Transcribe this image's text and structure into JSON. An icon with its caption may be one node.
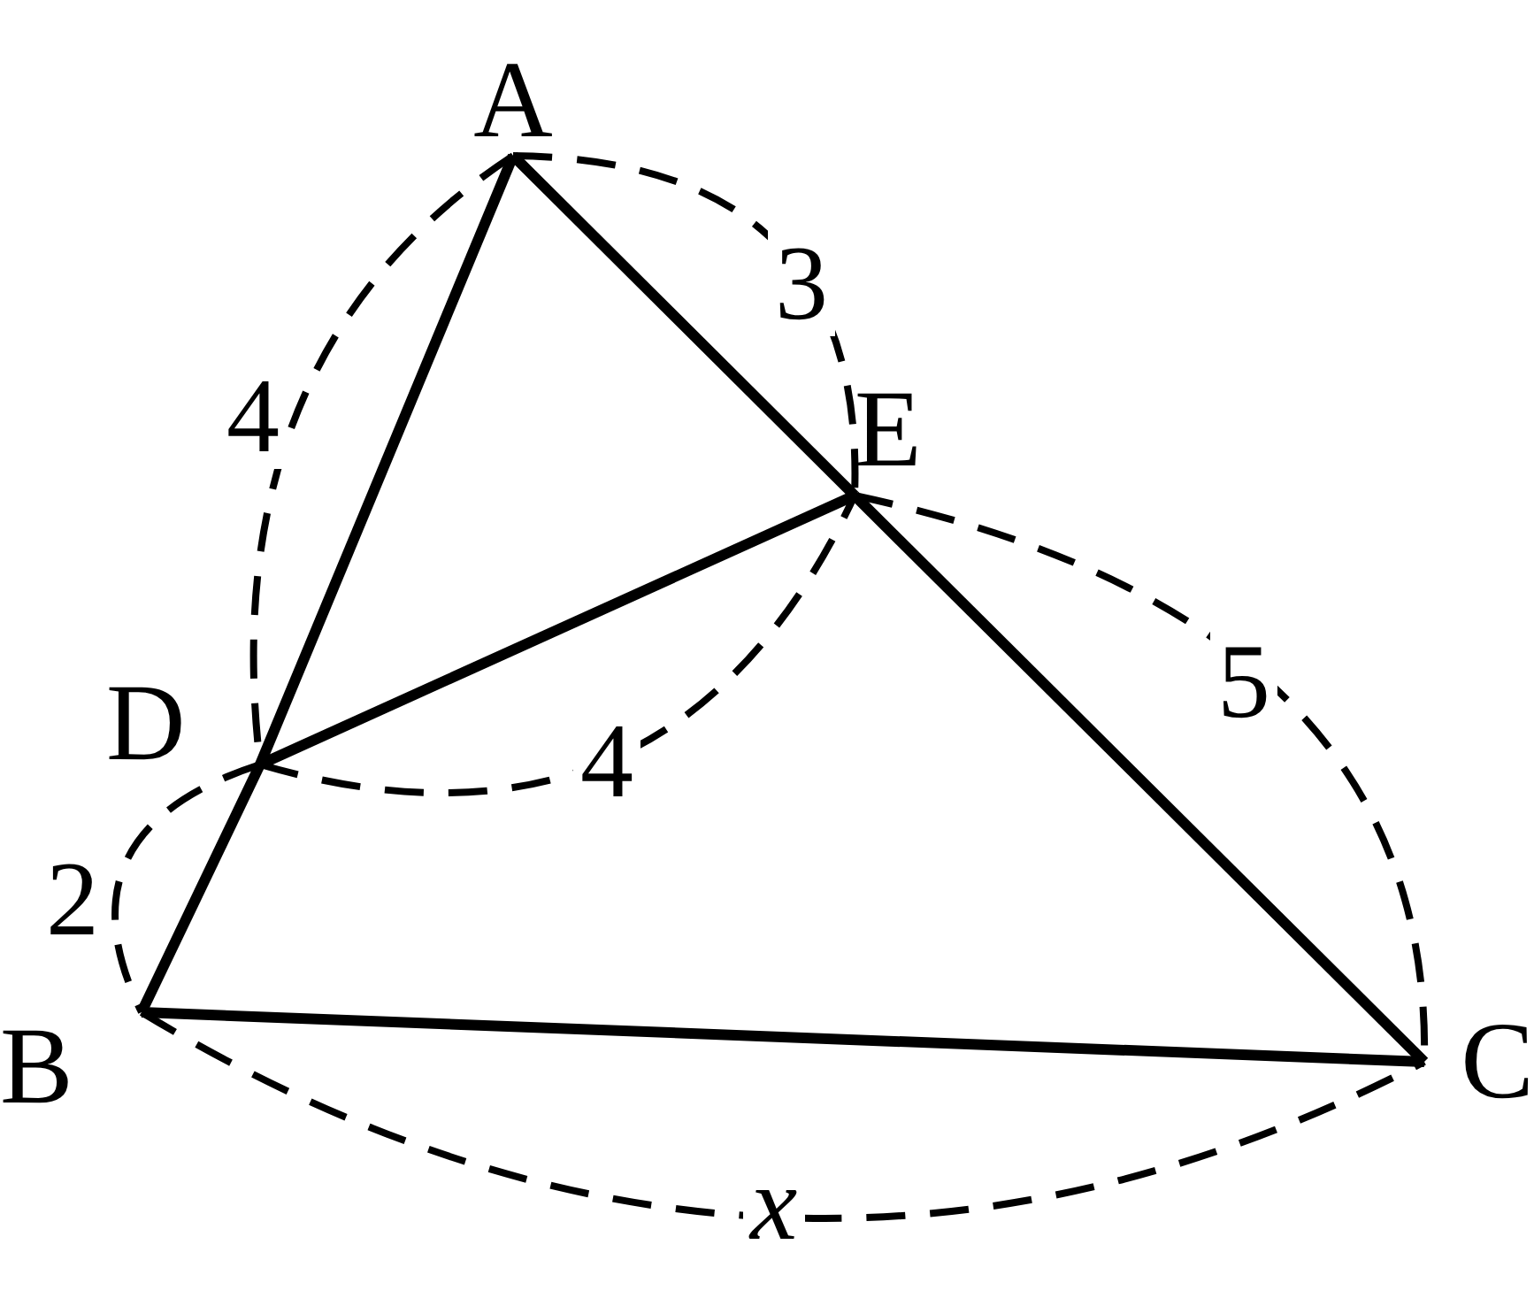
{
  "diagram": {
    "nodes": [
      {
        "text": [
          "A"
        ]
      },
      {
        "text": [
          "E"
        ]
      },
      {
        "text": [
          "D"
        ]
      },
      {
        "text": [
          "B"
        ]
      },
      {
        "text": [
          "C"
        ]
      }
    ],
    "edges": [
      {
        "from": 0,
        "to": 2,
        "arrow": "none"
      },
      {
        "from": 2,
        "to": 3,
        "arrow": "none"
      },
      {
        "from": 0,
        "to": 1,
        "arrow": "none"
      },
      {
        "from": 1,
        "to": 4,
        "arrow": "none"
      },
      {
        "from": 2,
        "to": 1,
        "arrow": "none"
      },
      {
        "from": 3,
        "to": 4,
        "arrow": "none"
      }
    ],
    "labels": [
      "3",
      "4",
      "5",
      "4",
      "2",
      "x"
    ]
  }
}
